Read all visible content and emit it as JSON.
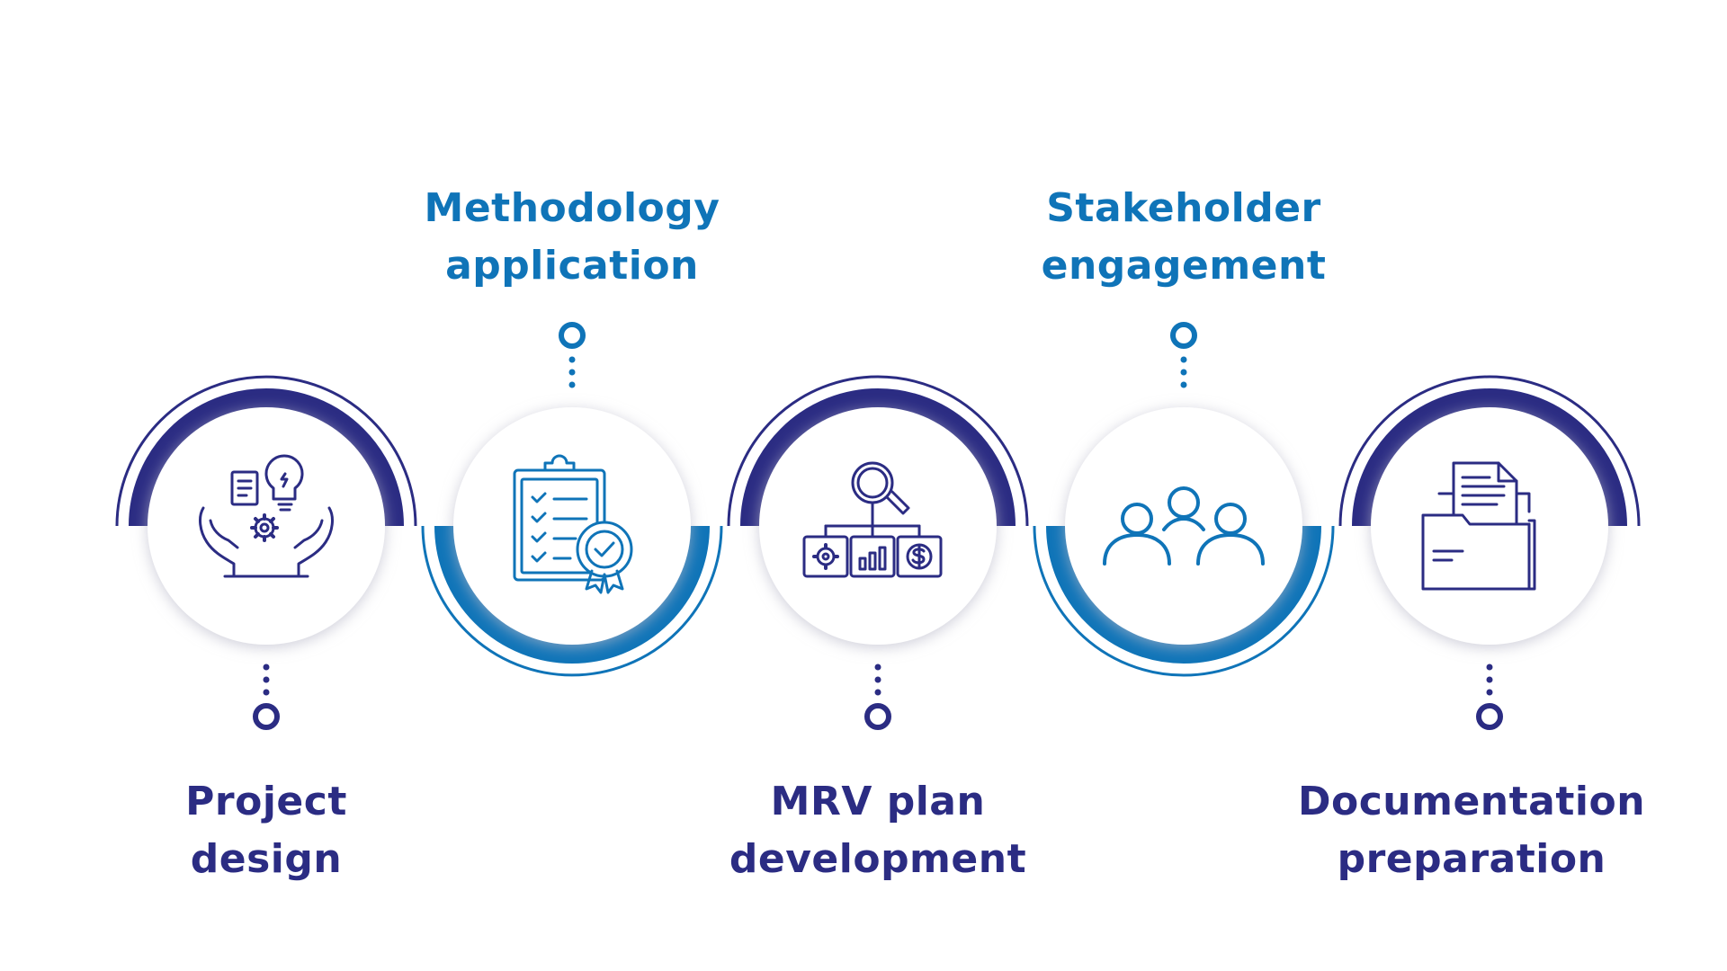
{
  "colors": {
    "dark_blue": "#2b2c83",
    "bright_blue": "#0f74b8",
    "circle_fill": "#ffffff",
    "shadow": "#cfcfd8"
  },
  "steps": [
    {
      "title_line1": "Project",
      "title_line2": "design",
      "icon": "hands-lightbulb-gear-icon",
      "arc": "top",
      "color": "dark"
    },
    {
      "title_line1": "Methodology",
      "title_line2": "application",
      "icon": "clipboard-checklist-badge-icon",
      "arc": "bottom",
      "color": "blue"
    },
    {
      "title_line1": "MRV plan",
      "title_line2": "development",
      "icon": "magnifier-hierarchy-icon",
      "arc": "top",
      "color": "dark"
    },
    {
      "title_line1": "Stakeholder",
      "title_line2": "engagement",
      "icon": "people-group-icon",
      "arc": "bottom",
      "color": "blue"
    },
    {
      "title_line1": "Documentation",
      "title_line2": "preparation",
      "icon": "folder-documents-icon",
      "arc": "top",
      "color": "dark"
    }
  ]
}
